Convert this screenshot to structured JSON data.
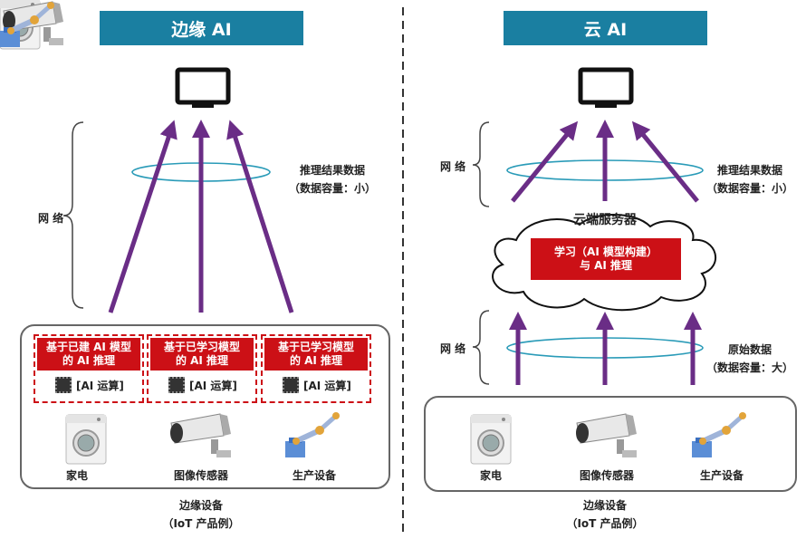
{
  "edge": {
    "title": "边缘 AI",
    "network_label": "网 络",
    "result_label_1": "推理结果数据",
    "result_label_2": "（数据容量：小）",
    "modules": [
      {
        "line1": "基于已建 AI 模型",
        "line2": "的 AI 推理",
        "compute": "[AI 运算]"
      },
      {
        "line1": "基于已学习模型",
        "line2": "的 AI 推理",
        "compute": "[AI 运算]"
      },
      {
        "line1": "基于已学习模型",
        "line2": "的 AI 推理",
        "compute": "[AI 运算]"
      }
    ],
    "devices": [
      "家电",
      "图像传感器",
      "生产设备"
    ],
    "footer_1": "边缘设备",
    "footer_2": "（IoT 产品例）"
  },
  "cloud": {
    "title": "云 AI",
    "network_label_top": "网 络",
    "network_label_bottom": "网 络",
    "result_label_1": "推理结果数据",
    "result_label_2": "（数据容量：小）",
    "server_label": "云端服务器",
    "server_box_1": "学习（AI 模型构建）",
    "server_box_2": "与 AI 推理",
    "raw_label_1": "原始数据",
    "raw_label_2": "（数据容量：大）",
    "devices": [
      "家电",
      "图像传感器",
      "生产设备"
    ],
    "footer_1": "边缘设备",
    "footer_2": "（IoT 产品例）"
  },
  "colors": {
    "banner": "#1a7fa1",
    "arrow": "#6a2d86",
    "red": "#cc1016",
    "ring": "#2a9bb8"
  }
}
